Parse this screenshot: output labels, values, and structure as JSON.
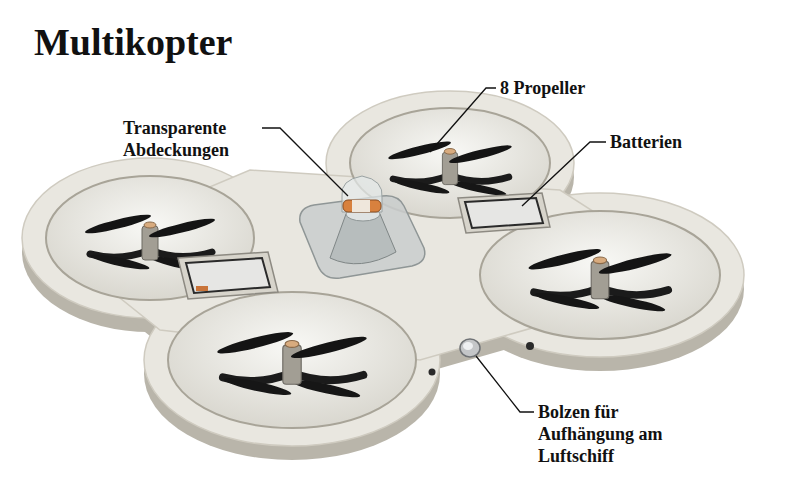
{
  "diagram": {
    "title": "Multikopter",
    "labels": [
      "8 Propeller",
      "Transparente Abdeckungen",
      "Batterien",
      "Bolzen für Aufhängung am Luftschiff"
    ]
  }
}
